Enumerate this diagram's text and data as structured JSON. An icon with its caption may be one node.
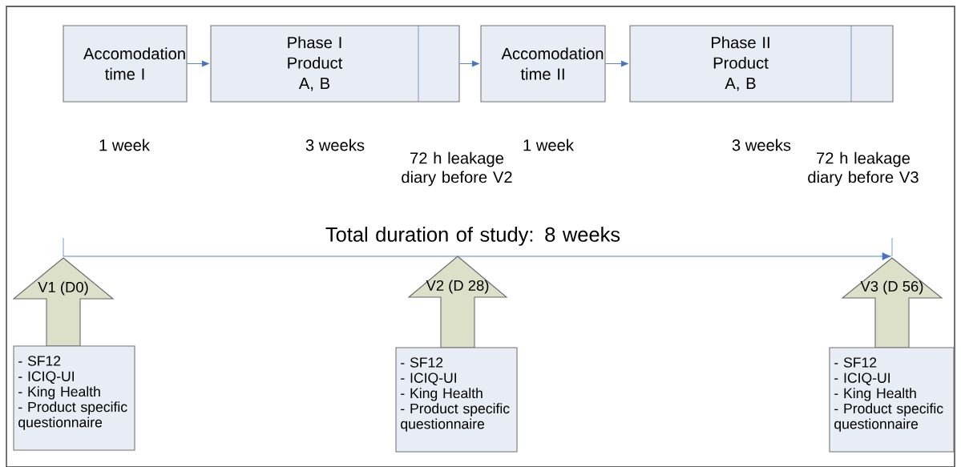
{
  "diagram": {
    "nodes": [
      {
        "text": [
          "Accomodation time I"
        ],
        "beside": [
          "1 week"
        ]
      },
      {
        "text": [
          "Phase I Product A, B"
        ],
        "beside": [
          "3 weeks"
        ]
      },
      {
        "text": [
          "Accomodation time II"
        ],
        "beside": [
          "1 week"
        ]
      },
      {
        "text": [
          "Phase II Product A, B"
        ],
        "beside": [
          "3 weeks"
        ]
      },
      {
        "text": [
          "V1 (D0)"
        ]
      },
      {
        "text": [
          "- SF12",
          "- ICIQ-UI",
          "- King Health",
          "- Product specific questionnaire"
        ]
      },
      {
        "text": [
          "V2 (D 28)"
        ]
      },
      {
        "text": [
          "- SF12",
          "- ICIQ-UI",
          "- King Health",
          "- Product specific questionnaire"
        ]
      },
      {
        "text": [
          "V3 (D 56)"
        ]
      },
      {
        "text": [
          "- SF12",
          "- ICIQ-UI",
          "- King Health",
          "- Product specific questionnaire"
        ]
      }
    ],
    "edges": [
      {
        "from": 0,
        "to": 1,
        "arrow": "to"
      },
      {
        "from": 1,
        "to": 2,
        "arrow": "to"
      },
      {
        "from": 2,
        "to": 3,
        "arrow": "to"
      }
    ],
    "labels": [
      "72 h leakage diary before V2",
      "Total duration of study: 8 weeks",
      "72 h leakage diary before V3"
    ]
  }
}
